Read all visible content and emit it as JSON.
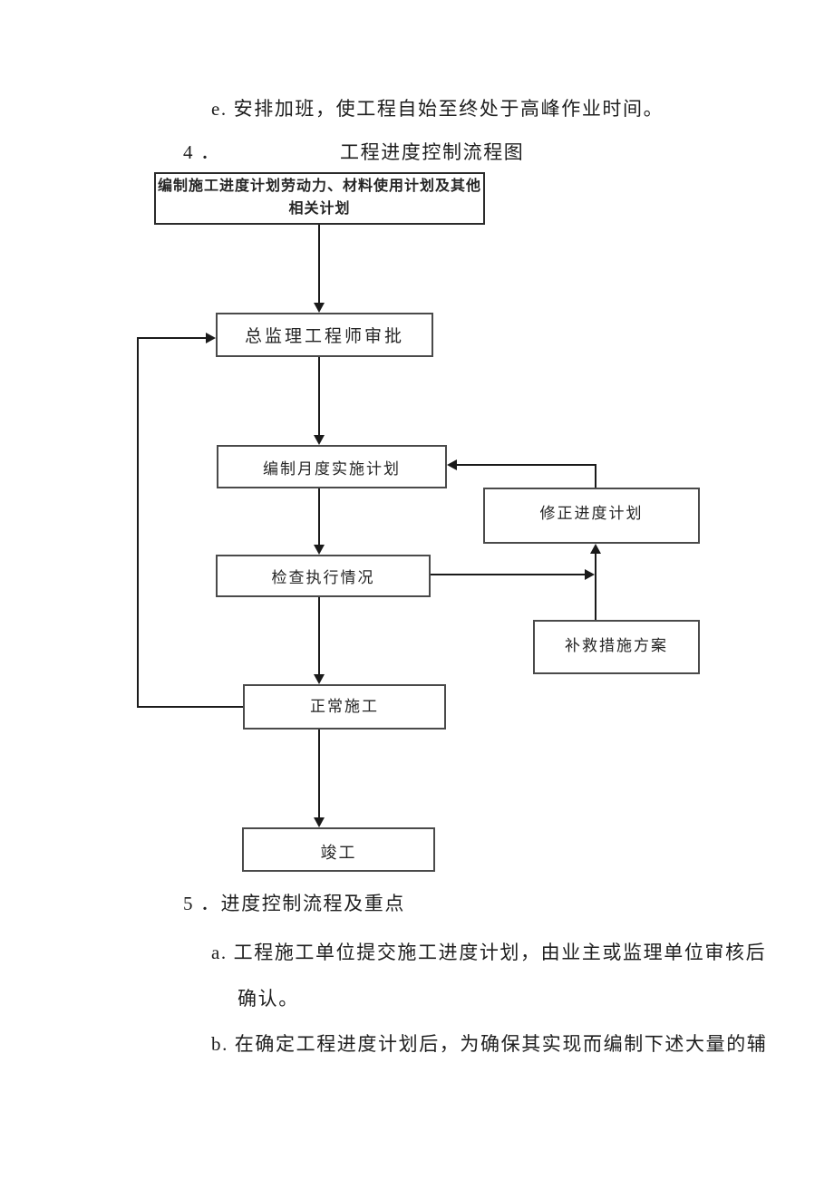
{
  "document": {
    "paragraph_e": "e. 安排加班，使工程自始至终处于高峰作业时间。",
    "heading4_number": "4 ．",
    "heading4_title": "工程进度控制流程图",
    "heading5": "5 ．进度控制流程及重点",
    "item_a_line1": "a. 工程施工单位提交施工进度计划，由业主或监理单位审核后",
    "item_a_line2": "确认。",
    "item_b_line1": "b. 在确定工程进度计划后，为确保其实现而编制下述大量的辅"
  },
  "flowchart": {
    "nodes": {
      "plan_line1": "编制施工进度计划劳动力、材料使用计划及其他",
      "plan_line2": "相关计划",
      "approve": "总监理工程师审批",
      "monthly": "编制月度实施计划",
      "revise": "修正进度计划",
      "check": "检查执行情况",
      "remedy": "补救措施方案",
      "normal": "正常施工",
      "finish": "竣工"
    },
    "edges": [
      {
        "from": "plan",
        "to": "approve"
      },
      {
        "from": "approve",
        "to": "monthly"
      },
      {
        "from": "monthly",
        "to": "check"
      },
      {
        "from": "check",
        "to": "normal"
      },
      {
        "from": "normal",
        "to": "finish"
      },
      {
        "from": "normal",
        "to": "approve"
      },
      {
        "from": "check",
        "to": "revise"
      },
      {
        "from": "remedy",
        "to": "revise"
      },
      {
        "from": "revise",
        "to": "monthly"
      }
    ],
    "colors": {
      "line": "#1a1a1a",
      "box_border": "#4a4a4a",
      "text": "#1f1f1f",
      "background": "#ffffff"
    }
  }
}
